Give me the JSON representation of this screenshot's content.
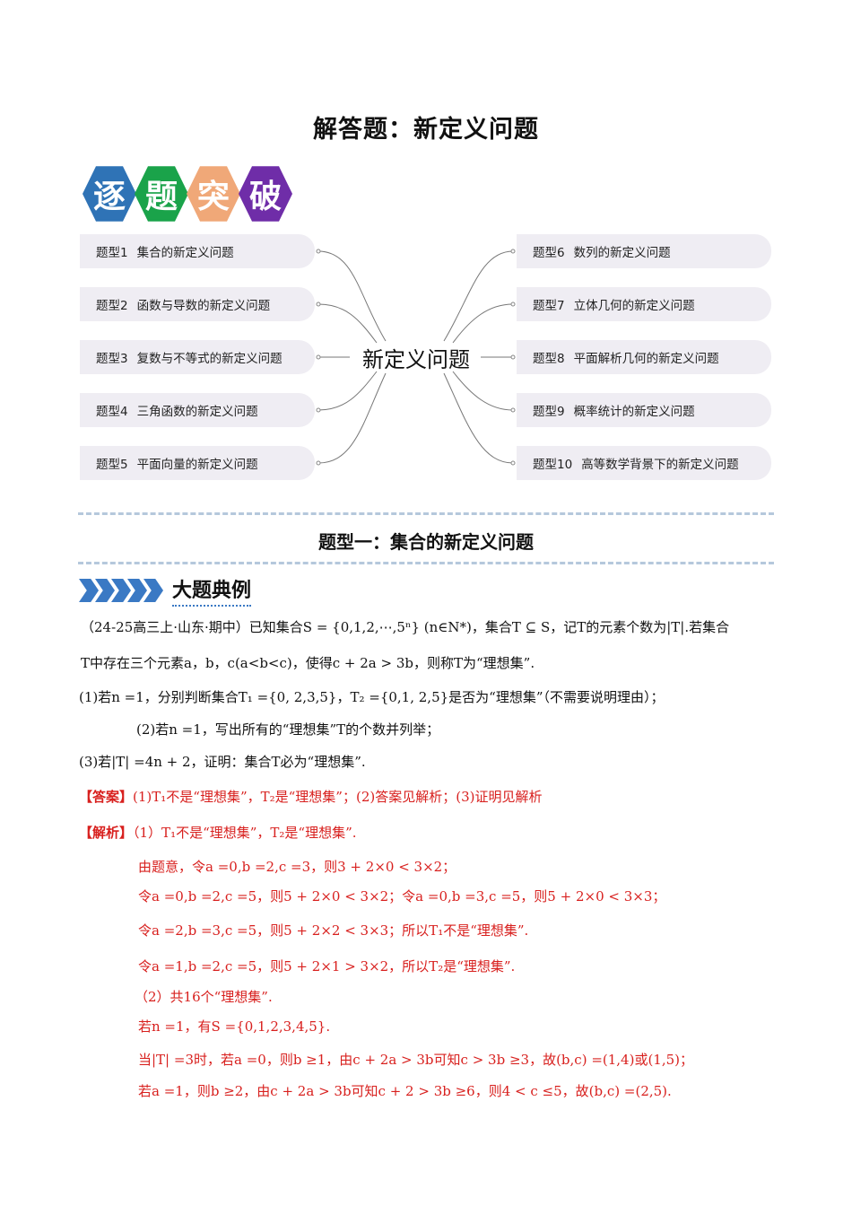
{
  "document": {
    "title": "解答题：新定义问题",
    "badges": [
      {
        "char": "逐",
        "color": "#2f73b6"
      },
      {
        "char": "题",
        "color": "#1aa34a"
      },
      {
        "char": "突",
        "color": "#f0a878"
      },
      {
        "char": "破",
        "color": "#6f2da8"
      }
    ],
    "mindmap": {
      "center": "新定义问题",
      "left": [
        {
          "num": "题型1",
          "label": "集合的新定义问题"
        },
        {
          "num": "题型2",
          "label": "函数与导数的新定义问题"
        },
        {
          "num": "题型3",
          "label": "复数与不等式的新定义问题"
        },
        {
          "num": "题型4",
          "label": "三角函数的新定义问题"
        },
        {
          "num": "题型5",
          "label": "平面向量的新定义问题"
        }
      ],
      "right": [
        {
          "num": "题型6",
          "label": "数列的新定义问题"
        },
        {
          "num": "题型7",
          "label": "立体几何的新定义问题"
        },
        {
          "num": "题型8",
          "label": "平面解析几何的新定义问题"
        },
        {
          "num": "题型9",
          "label": "概率统计的新定义问题"
        },
        {
          "num": "题型10",
          "label": "高等数学背景下的新定义问题"
        }
      ]
    },
    "section_title": "题型一：集合的新定义问题",
    "example_label": "大题典例",
    "problem": {
      "line1": "（24-25高三上·山东·期中）已知集合S = {0,1,2,⋯,5ⁿ} (n∈N*)，集合T ⊆ S，记T的元素个数为|T|.若集合",
      "line2": "T中存在三个元素a，b，c(a<b<c)，使得c + 2a > 3b，则称T为“理想集”.",
      "q1": "(1)若n =1，分别判断集合T₁ ={0, 2,3,5}，T₂ ={0,1, 2,5}是否为“理想集”（不需要说明理由）；",
      "q2": "(2)若n =1，写出所有的“理想集”T的个数并列举；",
      "q3": "(3)若|T| =4n + 2，证明：集合T必为“理想集”."
    },
    "answer": {
      "tag": "【答案】",
      "text": "(1)T₁不是“理想集”，T₂是“理想集”；(2)答案见解析；(3)证明见解析"
    },
    "analysis": {
      "tag": "【解析】",
      "lines": [
        "（1）T₁不是“理想集”，T₂是“理想集”.",
        "由题意，令a =0,b =2,c =3，则3 + 2×0 < 3×2；",
        "令a =0,b =2,c =5，则5 + 2×0 < 3×2；令a =0,b =3,c =5，则5 + 2×0 < 3×3；",
        "令a =2,b =3,c =5，则5 + 2×2 < 3×3；所以T₁不是“理想集”.",
        "令a =1,b =2,c =5，则5 + 2×1 > 3×2，所以T₂是“理想集”.",
        "（2）共16个“理想集”.",
        "若n =1，有S ={0,1,2,3,4,5}.",
        "当|T| =3时，若a =0，则b ≥1，由c + 2a > 3b可知c > 3b ≥3，故(b,c) =(1,4)或(1,5)；",
        "若a =1，则b ≥2，由c + 2a > 3b可知c + 2 > 3b ≥6，则4 < c ≤5，故(b,c) =(2,5)."
      ]
    },
    "colors": {
      "accent_red": "#d8201e",
      "pill_bg": "#efedf3",
      "divider": "#b5c8dc",
      "chevron_blue": "#3a79c4"
    }
  }
}
